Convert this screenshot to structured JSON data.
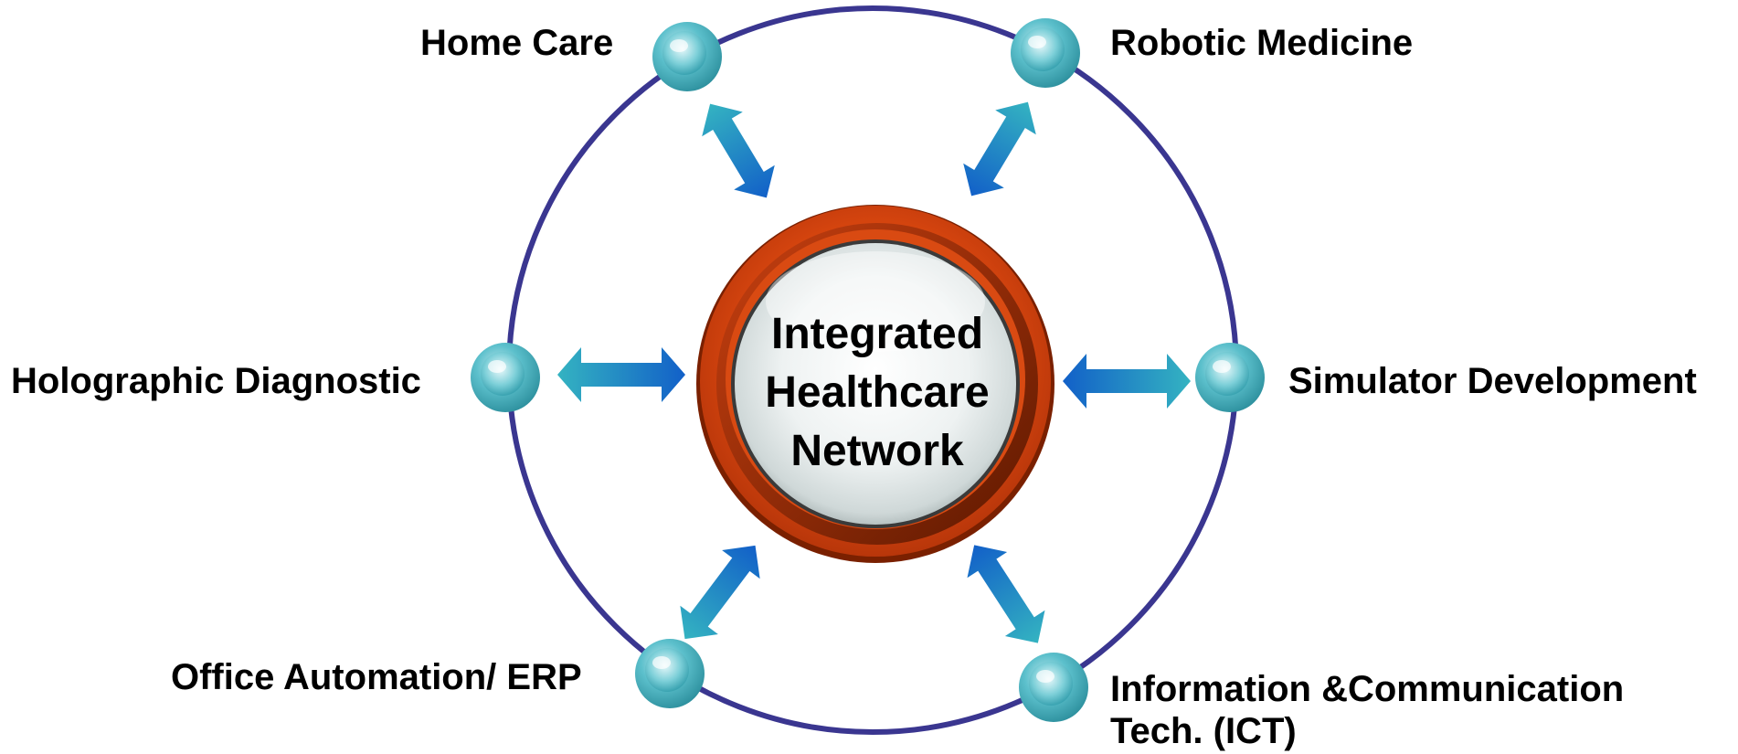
{
  "center": {
    "lines": [
      "Integrated",
      "Healthcare",
      "Network"
    ]
  },
  "nodes": {
    "home_care": "Home Care",
    "robotic_medicine": "Robotic Medicine",
    "holographic_diagnostic": "Holographic Diagnostic",
    "simulator_development": "Simulator Development",
    "office_automation": "Office Automation/ ERP",
    "ict_line1": "Information &Communication",
    "ict_line2": "Tech. (ICT)"
  },
  "colors": {
    "ring": "#3a3690",
    "node_fill": "#4fb4c0",
    "arrow_light": "#34b3c1",
    "arrow_dark": "#1260c8",
    "center_outer": "#c43a0a",
    "center_dark": "#6a1c00",
    "center_glass": "#e9eeee"
  }
}
